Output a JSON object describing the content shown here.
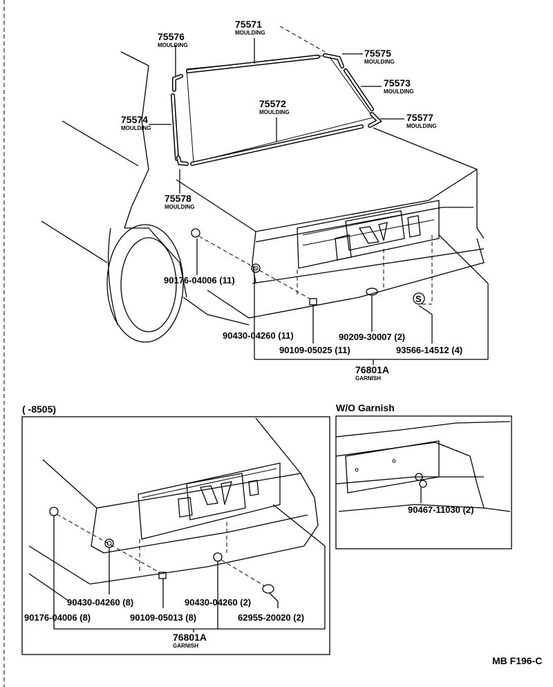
{
  "top": {
    "mouldings": [
      {
        "num": "75571",
        "sub": "MOULDING"
      },
      {
        "num": "75576",
        "sub": "MOULDING"
      },
      {
        "num": "75575",
        "sub": "MOULDING"
      },
      {
        "num": "75573",
        "sub": "MOULDING"
      },
      {
        "num": "75574",
        "sub": "MOULDING"
      },
      {
        "num": "75572",
        "sub": "MOULDING"
      },
      {
        "num": "75577",
        "sub": "MOULDING"
      },
      {
        "num": "75578",
        "sub": "MOULDING"
      }
    ],
    "parts": [
      "90176-04006 (11)",
      "90430-04260 (11)",
      "90209-30007 (2)",
      "90109-05025 (11)",
      "93566-14512 (4)"
    ],
    "garnish": {
      "num": "76801A",
      "sub": "GARNISH"
    }
  },
  "bottom_left": {
    "header": "(      -8505)",
    "parts": [
      "90430-04260 (8)",
      "90430-04260 (2)",
      "90176-04006 (8)",
      "90109-05013 (8)",
      "62955-20020 (2)"
    ],
    "garnish": {
      "num": "76801A",
      "sub": "GARNISH"
    }
  },
  "bottom_right": {
    "header": "W/O Garnish",
    "parts": [
      "90467-11030 (2)"
    ]
  },
  "footer": {
    "code": "MB F196-C"
  }
}
